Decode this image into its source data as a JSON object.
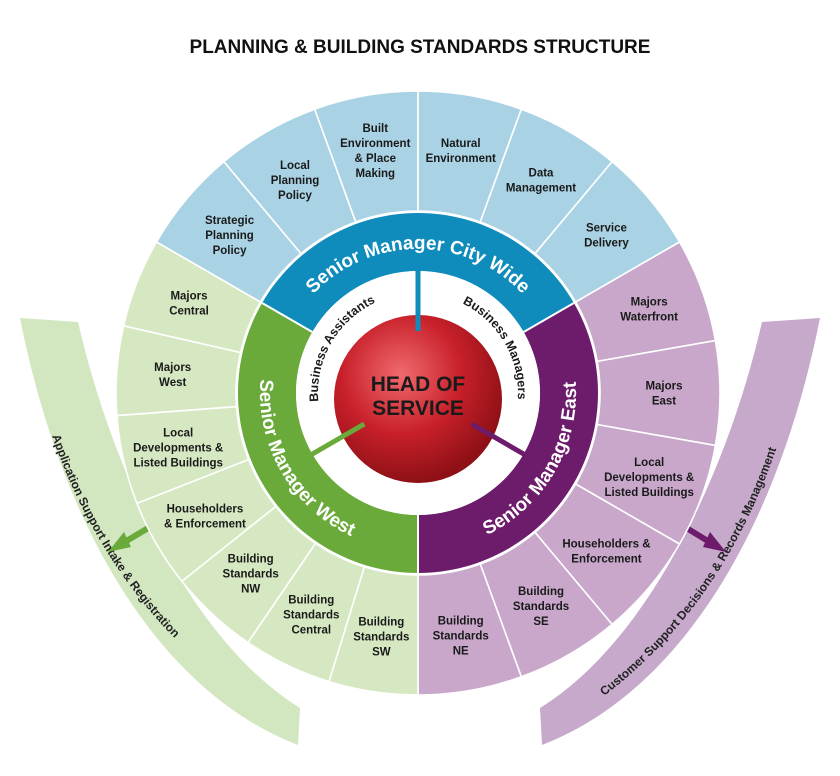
{
  "title": "PLANNING & BUILDING STANDARDS STRUCTURE",
  "center": {
    "line1": "HEAD OF",
    "line2": "SERVICE"
  },
  "support_labels": {
    "left_arc": "Business Assistants",
    "right_arc": "Business Managers"
  },
  "managers": {
    "city_wide": "Senior Manager City Wide",
    "west": "Senior Manager West",
    "east": "Senior Manager East"
  },
  "bands": {
    "left": "Application Support Intake & Registration",
    "right": "Customer Support Decisions & Records Management"
  },
  "colors": {
    "red": "#c8202a",
    "city_wide": "#0f8cbc",
    "west": "#6aaa3a",
    "east": "#6d1b6b",
    "city_wide_light": "#a9d3e4",
    "west_light": "#d6e8c2",
    "east_light": "#c8a7cb",
    "band_left": "#d2e6c0",
    "band_right": "#c6a9cb"
  },
  "segments": {
    "city_wide": [
      {
        "lines": [
          "Strategic",
          "Planning",
          "Policy"
        ]
      },
      {
        "lines": [
          "Local",
          "Planning",
          "Policy"
        ]
      },
      {
        "lines": [
          "Built",
          "Environment",
          "& Place",
          "Making"
        ]
      },
      {
        "lines": [
          "Natural",
          "Environment"
        ]
      },
      {
        "lines": [
          "Data",
          "Management"
        ]
      },
      {
        "lines": [
          "Service",
          "Delivery"
        ]
      }
    ],
    "east": [
      {
        "lines": [
          "Majors",
          "Waterfront"
        ]
      },
      {
        "lines": [
          "Majors",
          "East"
        ]
      },
      {
        "lines": [
          "Local",
          "Developments &",
          "Listed Buildings"
        ]
      },
      {
        "lines": [
          "Householders &",
          "Enforcement"
        ]
      },
      {
        "lines": [
          "Building",
          "Standards",
          "SE"
        ]
      },
      {
        "lines": [
          "Building",
          "Standards",
          "NE"
        ]
      }
    ],
    "west": [
      {
        "lines": [
          "Building",
          "Standards",
          "SW"
        ]
      },
      {
        "lines": [
          "Building",
          "Standards",
          "Central"
        ]
      },
      {
        "lines": [
          "Building",
          "Standards",
          "NW"
        ]
      },
      {
        "lines": [
          "Householders",
          "& Enforcement"
        ]
      },
      {
        "lines": [
          "Local",
          "Developments &",
          "Listed Buildings"
        ]
      },
      {
        "lines": [
          "Majors",
          "West"
        ]
      },
      {
        "lines": [
          "Majors",
          "Central"
        ]
      }
    ]
  }
}
